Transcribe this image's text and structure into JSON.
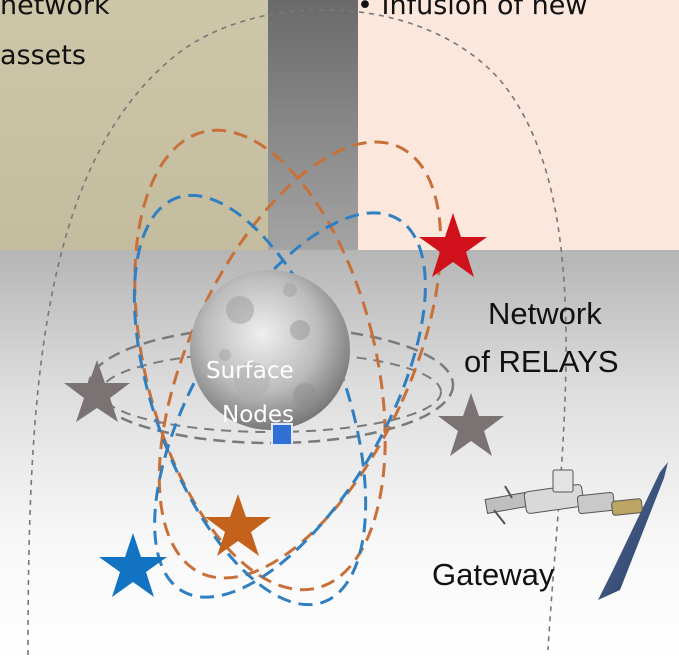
{
  "header": {
    "left_line1": "network",
    "left_line2": "assets",
    "right_bullet": "• Infusion of new"
  },
  "labels": {
    "network_line1": "Network",
    "network_line2": "of RELAYS",
    "surface_line1": "Surface",
    "surface_line2": "Nodes",
    "gateway": "Gateway"
  },
  "colors": {
    "orange_orbit": "#c8703a",
    "blue_orbit": "#2f7fc1",
    "gray_orbit": "#7a7a7a",
    "red_star": "#d0111b",
    "orange_star": "#c4621c",
    "blue_star": "#1273c2",
    "gray_star": "#7b7273",
    "surface_node": "#2f6fd6"
  },
  "icons": {
    "moon": "moon-icon",
    "gateway": "space-station-icon"
  }
}
